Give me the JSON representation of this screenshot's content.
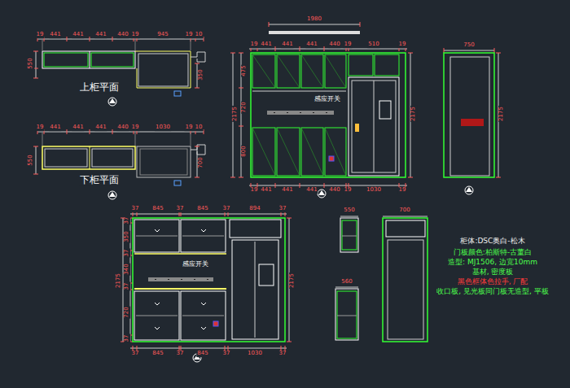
{
  "diagram": {
    "labels": [
      "19",
      "441",
      "441",
      "441",
      "440",
      "19",
      "945",
      "19",
      "10",
      "550",
      "350",
      "上柜平面",
      "19",
      "441",
      "441",
      "441",
      "440",
      "19",
      "1030",
      "19",
      "10",
      "550",
      "700",
      "下柜平面",
      "19",
      "441",
      "441",
      "441",
      "440",
      "19",
      "510",
      "19",
      "1980",
      "19",
      "441",
      "441",
      "441",
      "440",
      "19",
      "1030",
      "19",
      "475",
      "720",
      "800",
      "2175",
      "2175",
      "感应开关",
      "750",
      "2175",
      "37",
      "845",
      "37",
      "845",
      "37",
      "894",
      "37",
      "37",
      "845",
      "37",
      "845",
      "37",
      "1030",
      "37",
      "37",
      "350",
      "37",
      "340",
      "37",
      "720",
      "37",
      "2175",
      "2175",
      "感应开关",
      "550",
      "560",
      "700",
      "柜体:DSC奥白-松木",
      "门板颜色:柏斯特-古董白",
      "造型: MJ1506, 边宽10mm",
      "基材, 密度板",
      "黑色框体色拉手, 厂配",
      "收口板, 见光板同门板无造型, 平板"
    ]
  }
}
